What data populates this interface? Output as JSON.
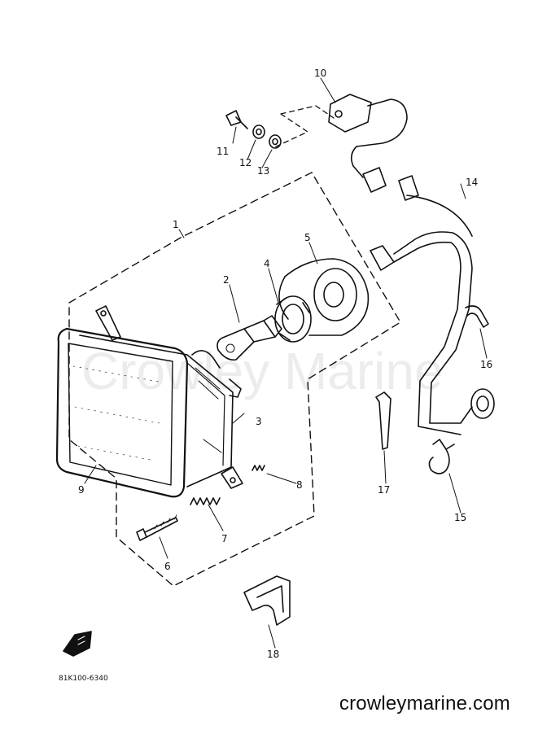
{
  "callouts": [
    {
      "id": "1",
      "label": "1"
    },
    {
      "id": "2",
      "label": "2"
    },
    {
      "id": "3",
      "label": "3"
    },
    {
      "id": "4",
      "label": "4"
    },
    {
      "id": "5",
      "label": "5"
    },
    {
      "id": "6",
      "label": "6"
    },
    {
      "id": "7",
      "label": "7"
    },
    {
      "id": "8",
      "label": "8"
    },
    {
      "id": "9",
      "label": "9"
    },
    {
      "id": "10",
      "label": "10"
    },
    {
      "id": "11",
      "label": "11"
    },
    {
      "id": "12",
      "label": "12"
    },
    {
      "id": "13",
      "label": "13"
    },
    {
      "id": "14",
      "label": "14"
    },
    {
      "id": "15",
      "label": "15"
    },
    {
      "id": "16",
      "label": "16"
    },
    {
      "id": "17",
      "label": "17"
    },
    {
      "id": "18",
      "label": "18"
    }
  ],
  "part_code": "81K100-6340",
  "watermark": "Crowley Marine",
  "site_url": "crowleymarine.com",
  "colors": {
    "ink": "#111111",
    "background": "#ffffff"
  }
}
